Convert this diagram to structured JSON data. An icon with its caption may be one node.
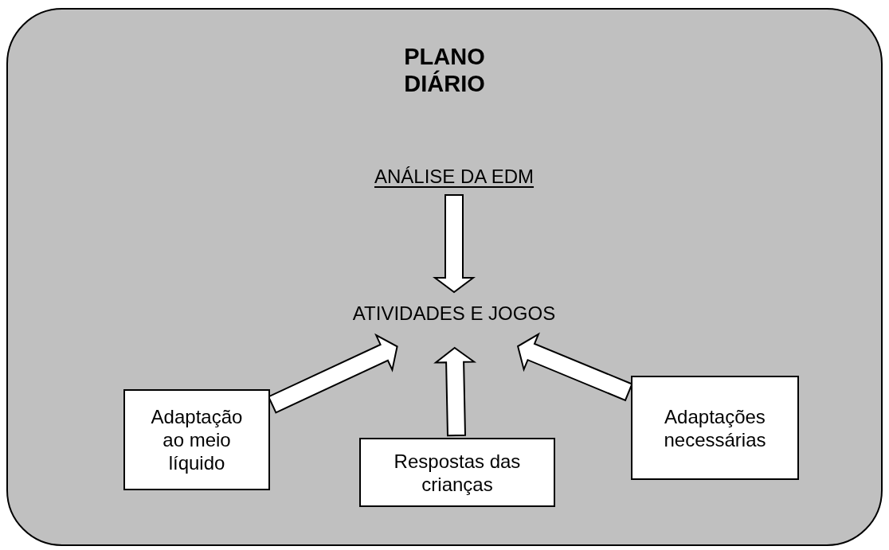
{
  "diagram": {
    "nodes": [
      {
        "text": [
          "PLANO DIÁRIO"
        ]
      },
      {
        "text": [
          "ANÁLISE DA EDM"
        ],
        "in": 0
      },
      {
        "text": [
          "ATIVIDADES E JOGOS"
        ],
        "in": 0
      },
      {
        "text": [
          "Adaptação ao meio líquido"
        ],
        "in": 0
      },
      {
        "text": [
          "Respostas das crianças"
        ],
        "in": 0
      },
      {
        "text": [
          "Adaptações necessárias"
        ],
        "in": 0
      }
    ],
    "edges": [
      {
        "from": 1,
        "to": 2,
        "arrow": "to"
      },
      {
        "from": 3,
        "to": 2,
        "arrow": "to"
      },
      {
        "from": 4,
        "to": 2,
        "arrow": "to"
      },
      {
        "from": 5,
        "to": 2,
        "arrow": "to"
      }
    ]
  }
}
